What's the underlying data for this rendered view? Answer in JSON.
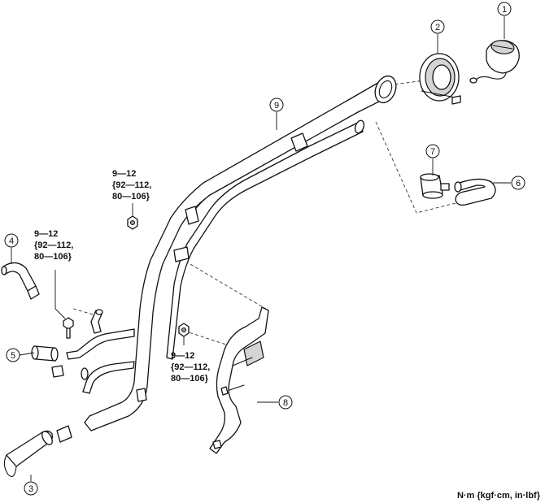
{
  "callouts": [
    {
      "id": "1",
      "text": "1"
    },
    {
      "id": "2",
      "text": "2"
    },
    {
      "id": "3",
      "text": "3"
    },
    {
      "id": "4",
      "text": "4"
    },
    {
      "id": "5",
      "text": "5"
    },
    {
      "id": "6",
      "text": "6"
    },
    {
      "id": "7",
      "text": "7"
    },
    {
      "id": "8",
      "text": "8"
    },
    {
      "id": "9",
      "text": "9"
    }
  ],
  "torque_labels": [
    {
      "line1": "9—12",
      "line2": "{92—112,",
      "line3": "80—106}"
    },
    {
      "line1": "9—12",
      "line2": "{92—112,",
      "line3": "80—106}"
    },
    {
      "line1": "9—12",
      "line2": "{92—112,",
      "line3": "80—106}"
    }
  ],
  "units_note": "N·m {kgf·cm, in·lbf}"
}
